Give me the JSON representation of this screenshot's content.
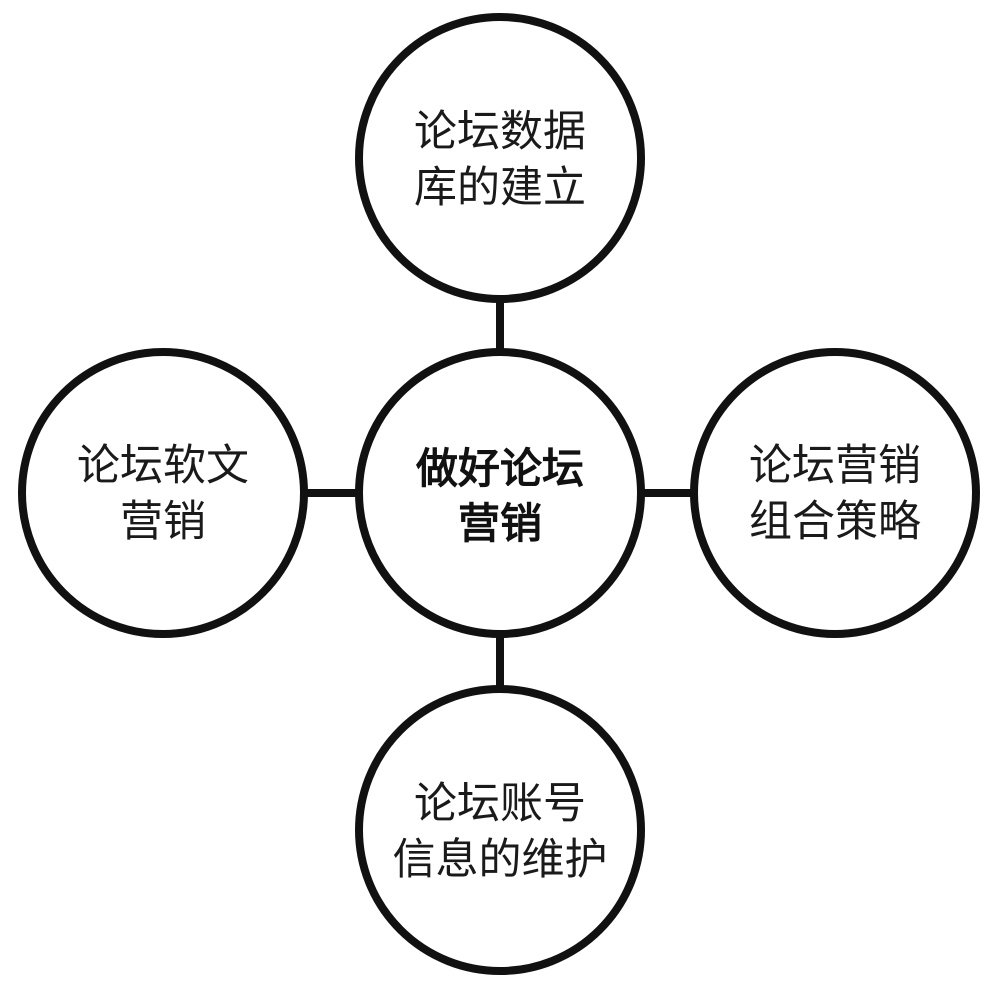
{
  "diagram": {
    "center": {
      "lines": [
        "做好论坛",
        "营销"
      ]
    },
    "top": {
      "lines": [
        "论坛数据",
        "库的建立"
      ]
    },
    "left": {
      "lines": [
        "论坛软文",
        "营销"
      ]
    },
    "right": {
      "lines": [
        "论坛营销",
        "组合策略"
      ]
    },
    "bottom": {
      "lines": [
        "论坛账号",
        "信息的维护"
      ]
    }
  },
  "colors": {
    "stroke": "#111111",
    "background": "#ffffff"
  }
}
